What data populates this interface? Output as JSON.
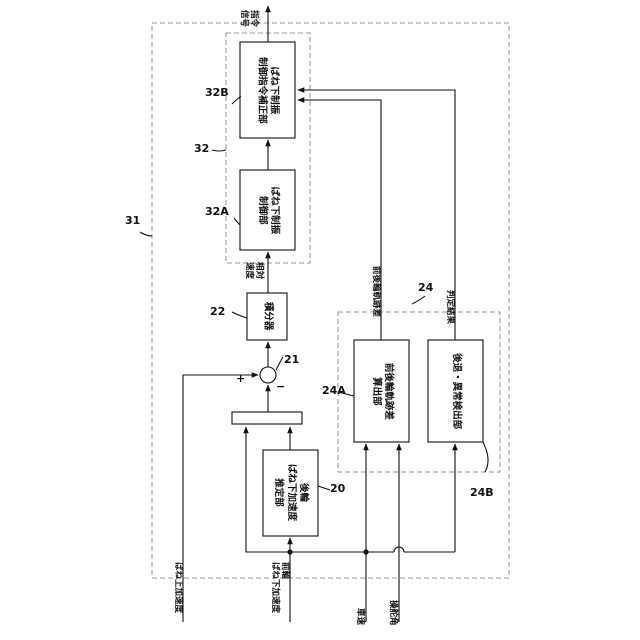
{
  "blocks": {
    "command_correction": "ばね下制振\n制御指令補正部",
    "unsprung_control": "ばね下制振\n制御部",
    "integrator": "積分器",
    "track_diff_calc": "前後輪軌跡差\n算出部",
    "reverse_detect": "後退・異常検出部",
    "rear_accel_est": "後輪\nばね下加速度\n推定部"
  },
  "signals": {
    "command_output": "指令\n信号",
    "relative_velocity": "相対\n速度",
    "track_difference": "前後輪軌跡差",
    "judgment_result": "判定結果",
    "sprung_accel": "ばね上加速度",
    "front_unsprung_accel": "前輪\nばね下加速度",
    "vehicle_speed": "車速",
    "steering_angle": "操舵角"
  },
  "refs": {
    "r31": "31",
    "r32": "32",
    "r32a": "32A",
    "r32b": "32B",
    "r22": "22",
    "r21": "21",
    "r24": "24",
    "r24a": "24A",
    "r24b": "24B",
    "r20": "20"
  },
  "signs": {
    "plus": "+",
    "minus": "−"
  }
}
